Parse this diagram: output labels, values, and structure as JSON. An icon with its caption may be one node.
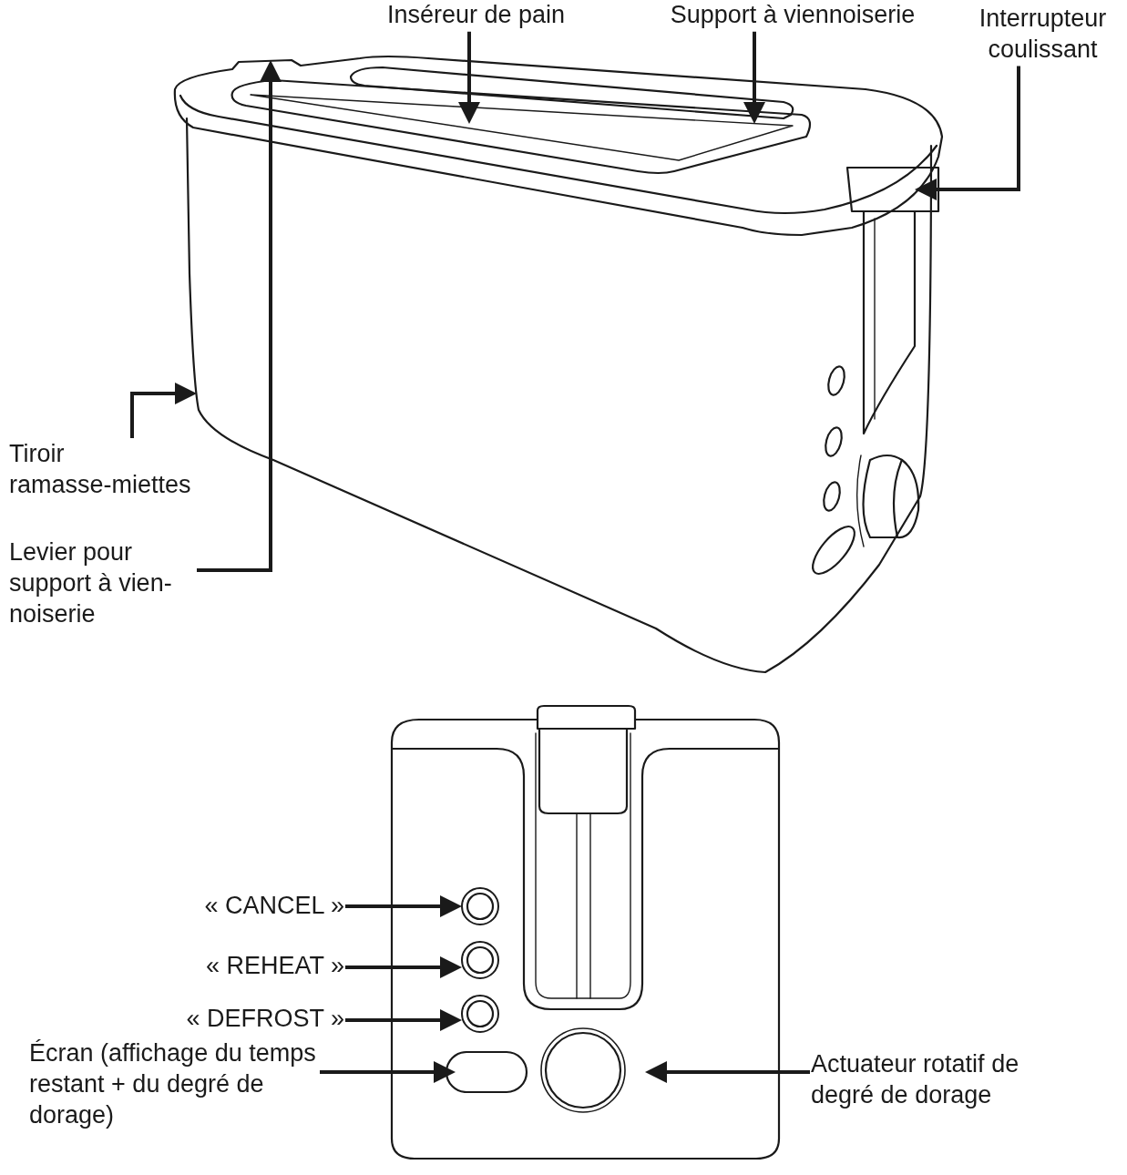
{
  "diagram": {
    "nodes": [
      {
        "text": [
          "Inséreur de pain"
        ]
      },
      {
        "text": [
          "Support à viennoiserie"
        ]
      },
      {
        "text": [
          "Interrupteur coulissant"
        ]
      },
      {
        "text": [
          "Tiroir ramasse-miettes"
        ]
      },
      {
        "text": [
          "Levier pour support à vien- noiserie"
        ]
      },
      {
        "text": [
          "« CANCEL »"
        ]
      },
      {
        "text": [
          "« REHEAT »"
        ]
      },
      {
        "text": [
          "« DEFROST »"
        ]
      },
      {
        "text": [
          "Écran (affichage du temps restant + du degré de dorage)"
        ]
      },
      {
        "text": [
          "Actuateur rotatif de degré de dorage"
        ]
      }
    ],
    "edges": [
      {
        "from": 0,
        "to": null,
        "arrow": "to"
      },
      {
        "from": 1,
        "to": null,
        "arrow": "to"
      },
      {
        "from": 2,
        "to": null,
        "arrow": "to"
      },
      {
        "from": 3,
        "to": null,
        "arrow": "to"
      },
      {
        "from": 4,
        "to": null,
        "arrow": "to"
      },
      {
        "from": 5,
        "to": null,
        "arrow": "to"
      },
      {
        "from": 6,
        "to": null,
        "arrow": "to"
      },
      {
        "from": 7,
        "to": null,
        "arrow": "to"
      },
      {
        "from": 8,
        "to": null,
        "arrow": "to"
      },
      {
        "from": 9,
        "to": null,
        "arrow": "to"
      }
    ]
  }
}
